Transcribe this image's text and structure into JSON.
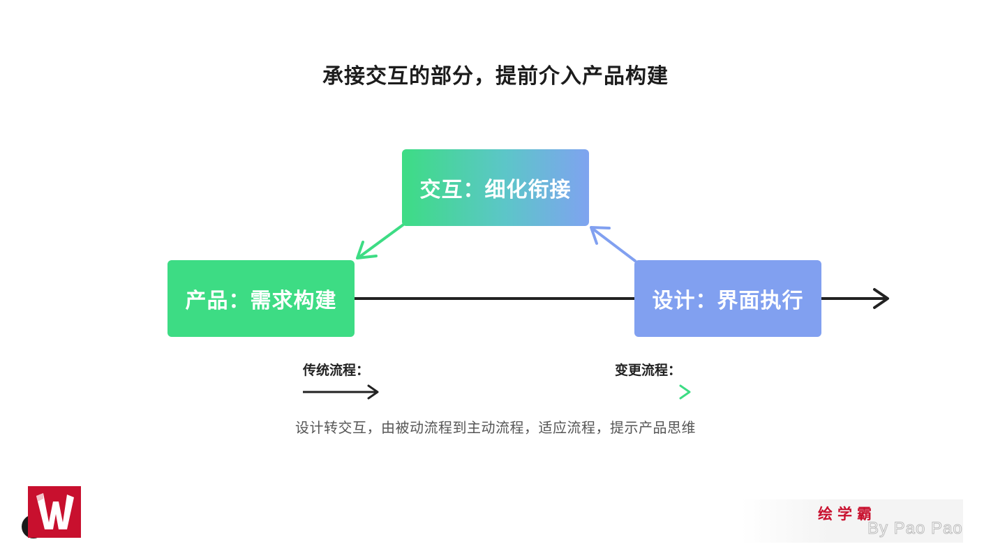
{
  "title": "承接交互的部分，提前介入产品构建",
  "nodes": {
    "product": "产品：需求构建",
    "interaction": "交互：细化衔接",
    "design": "设计：界面执行"
  },
  "legend": {
    "traditional": "传统流程：",
    "changed": "变更流程："
  },
  "caption": "设计转交互，由被动流程到主动流程，适应流程，提示产品思维",
  "watermark": {
    "brand": "绘学霸",
    "byline": "By Pao Pao"
  },
  "colors": {
    "green": "#3ddc84",
    "blue": "#81a0f0",
    "dark": "#222222"
  }
}
